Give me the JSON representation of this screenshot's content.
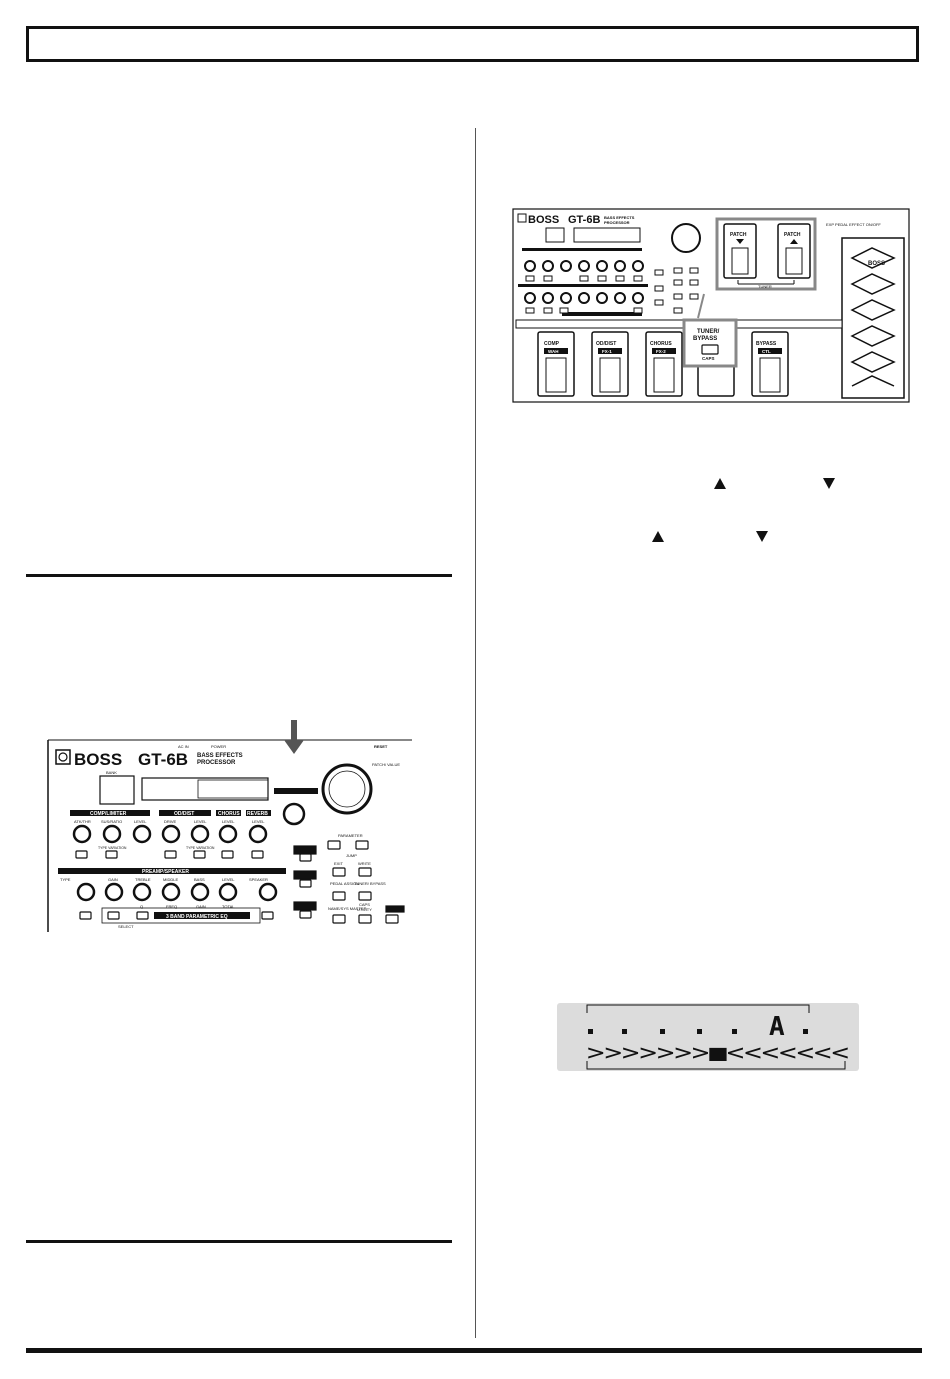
{
  "device": {
    "brand": "BOSS",
    "model": "GT-6B",
    "subtitle_line1": "BASS EFFECTS",
    "subtitle_line2": "PROCESSOR"
  },
  "top_panel": {
    "bank_label": "BANK",
    "section_labels": [
      "COMP/LIMITER",
      "OD/DIST",
      "CHORUS",
      "REVERB"
    ],
    "knob_labels": [
      "ATK/THR",
      "SUS/RATIO",
      "LEVEL",
      "DRIVE",
      "LEVEL",
      "LEVEL",
      "LEVEL"
    ],
    "type_labels": [
      "TYPE VARIATION",
      "TYPE VARIATION"
    ],
    "preamp_label": "PREAMP/SPEAKER",
    "preamp_knob_labels": [
      "GAIN",
      "TREBLE",
      "MIDDLE",
      "BASS",
      "LEVEL",
      "SPEAKER"
    ],
    "preamp_sub_labels": [
      "TYPE",
      "Q",
      "FREQ",
      "GAIN",
      "TOTAL"
    ],
    "eq_label": "3 BAND PARAMETRIC EQ",
    "select_label": "SELECT",
    "patch_value_label": "PATCH/ VALUE",
    "parameter_label": "PARAMETER",
    "jump_label": "JUMP",
    "exit_label": "EXIT",
    "write_label": "WRITE",
    "pedal_assign_label": "PEDAL ASSIGN",
    "tuner_bypass_label": "TUNER/ BYPASS",
    "caps_label": "CAPS",
    "name_label": "NAME/SYS MASTER",
    "utility_label": "UTILITY",
    "ac_label": "AC IN",
    "power_label": "POWER",
    "reset_label": "RESET"
  },
  "floor_panel": {
    "pedal_labels": [
      "COMP",
      "OD/DIST",
      "CHORUS",
      "BYPASS"
    ],
    "pedal_sublabels": [
      "WAH",
      "FX-1",
      "FX-2",
      "CTL"
    ],
    "patch_down_label": "PATCH",
    "patch_up_label": "PATCH",
    "tuner_label": "TUNER",
    "callout_line1": "TUNER/",
    "callout_line2": "BYPASS",
    "callout_caps": "CAPS",
    "exp_label": "EXP PEDAL EFFECT ON/OFF",
    "pedal_brand": "BOSS"
  },
  "lcd": {
    "note": "A",
    "meter": ">>>>>>>■<<<<<<<"
  }
}
